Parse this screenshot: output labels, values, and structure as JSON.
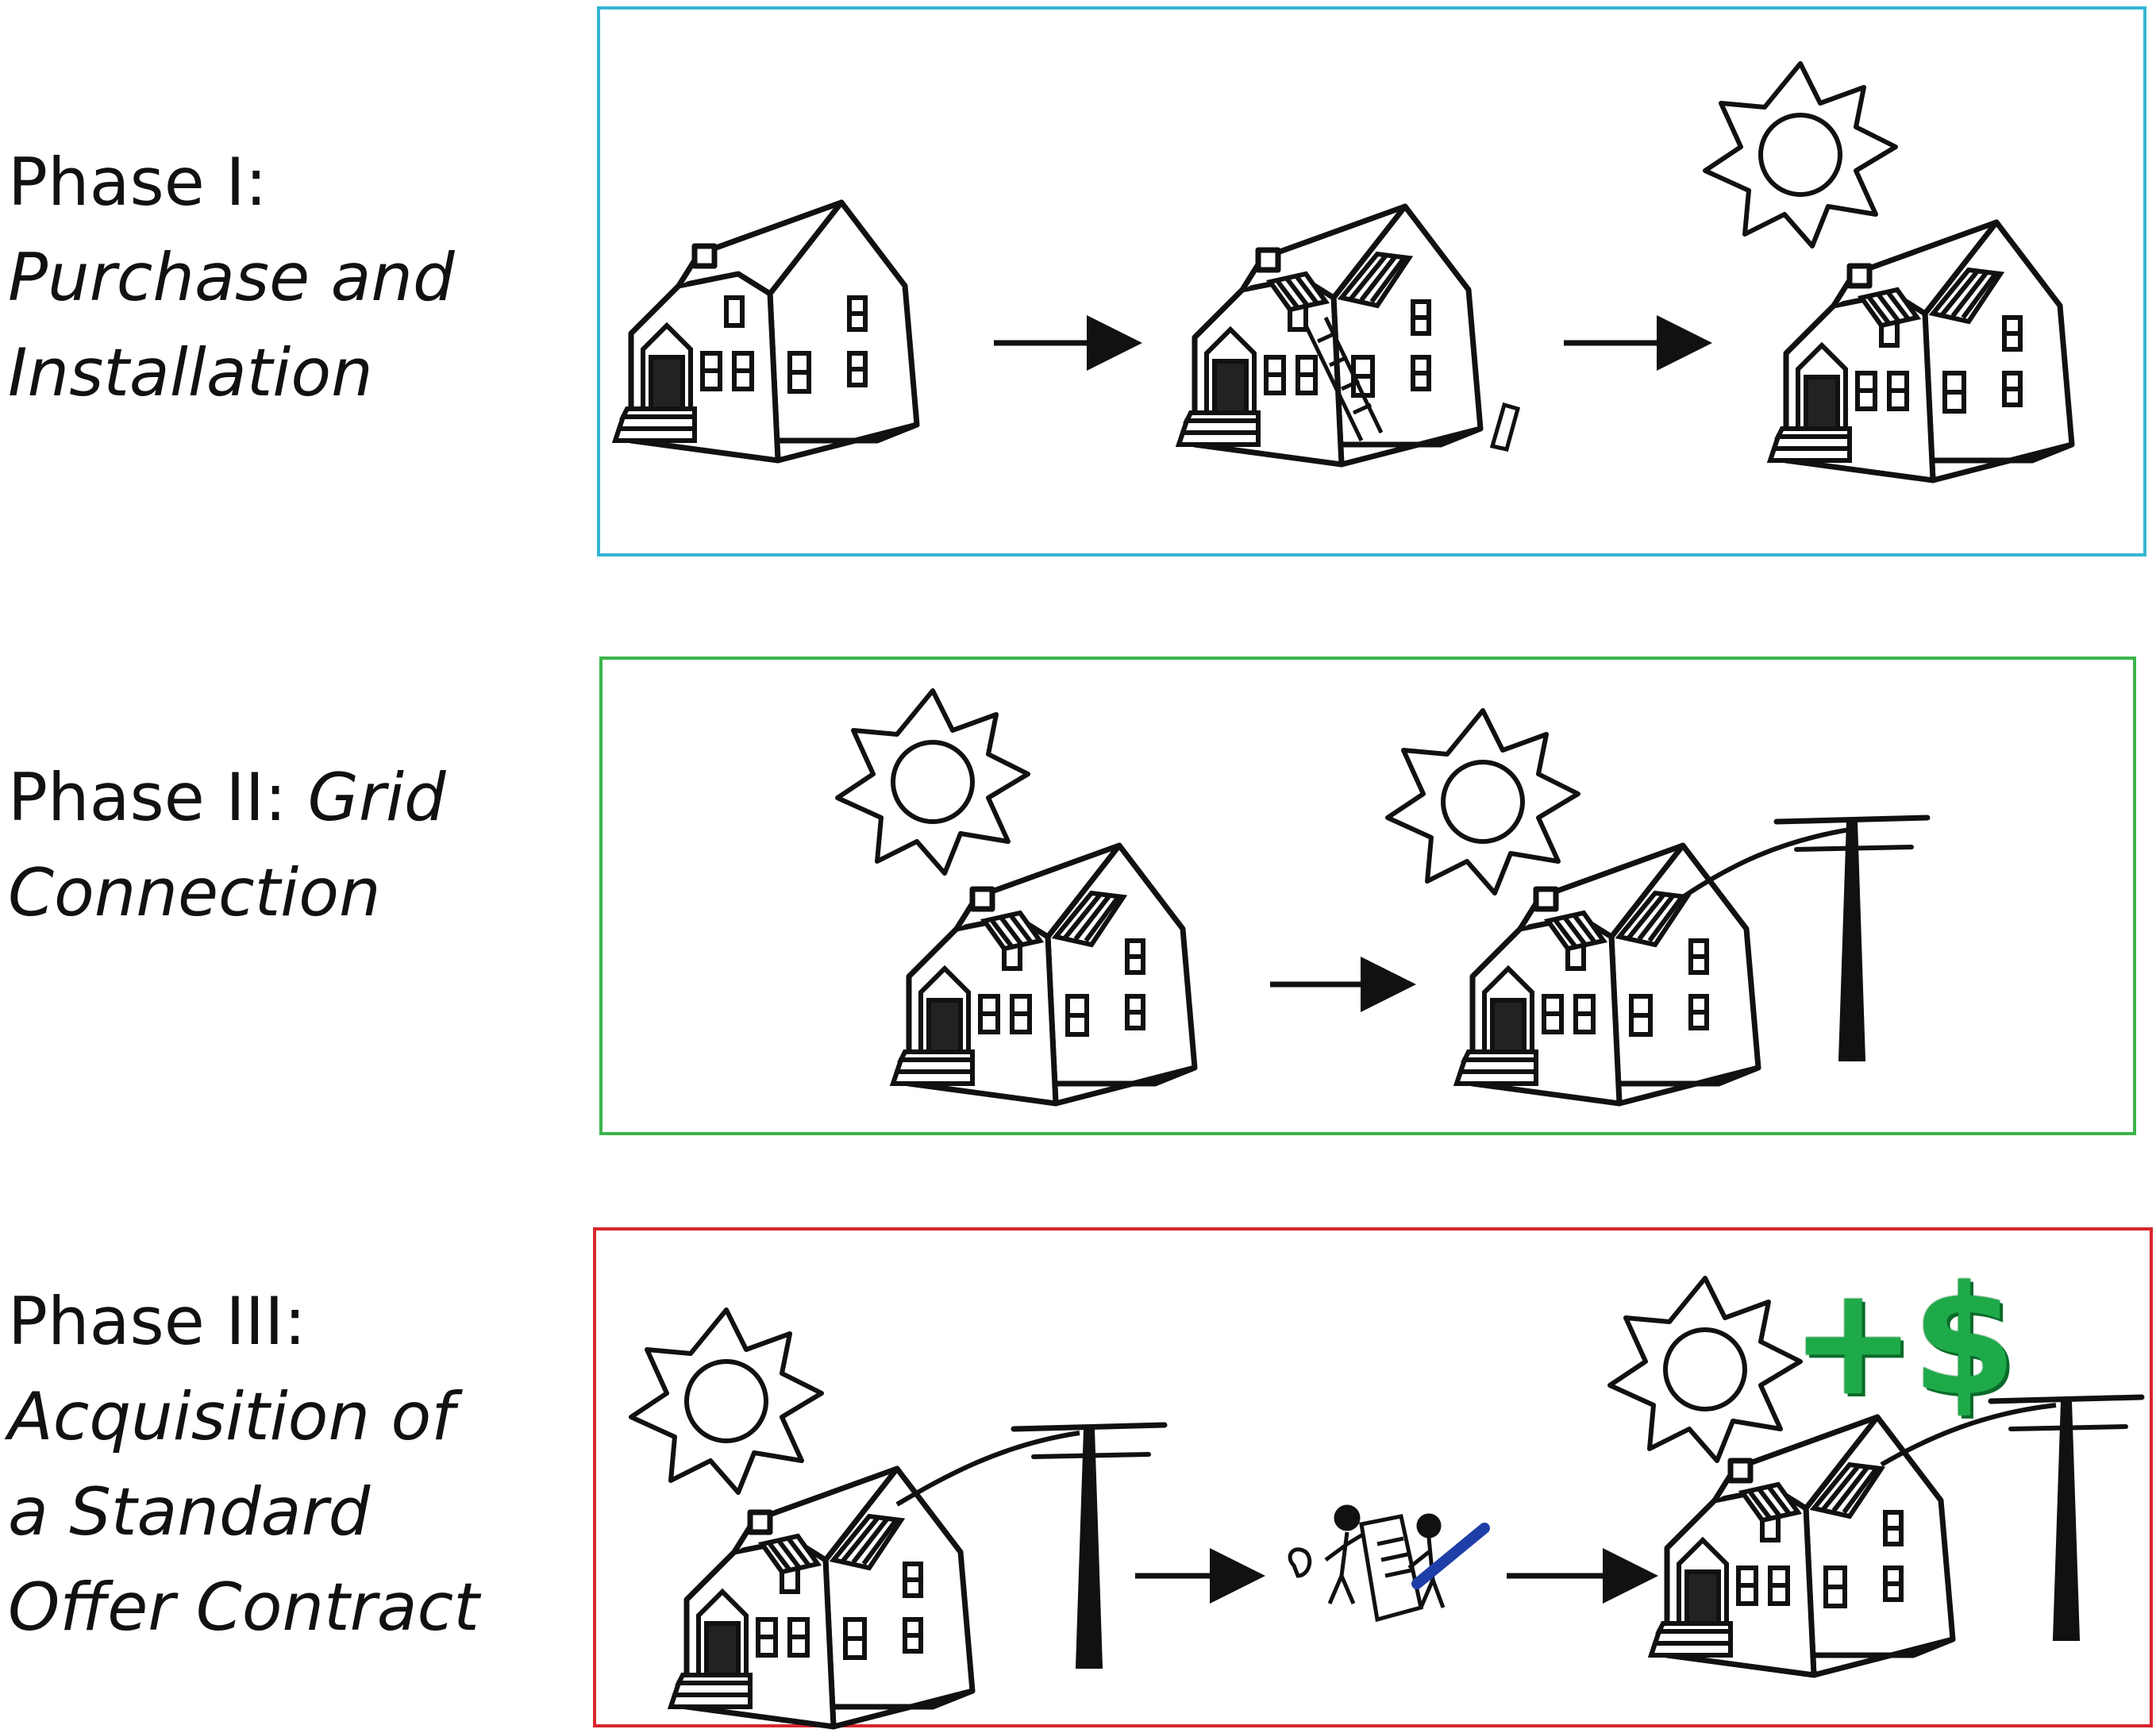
{
  "phases": [
    {
      "number_label": "Phase I:",
      "title_lines": [
        "Purchase and",
        "Installation"
      ],
      "border_color": "#35b5d4"
    },
    {
      "number_label": "Phase II:",
      "title_lines": [
        "Grid",
        "Connection"
      ],
      "border_color": "#3ab54a"
    },
    {
      "number_label": "Phase III:",
      "title_lines": [
        "Acquisition of",
        "a Standard",
        "Offer Contract"
      ],
      "border_color": "#d7262e"
    }
  ],
  "profit_badge": {
    "text": "+$",
    "color": "#1faa4a"
  },
  "icons": {
    "house": "house-icon",
    "solar_house": "solar-house-icon",
    "sun": "sun-icon",
    "utility_pole": "utility-pole-icon",
    "arrow": "arrow-right-icon",
    "contract": "contract-signing-icon"
  }
}
